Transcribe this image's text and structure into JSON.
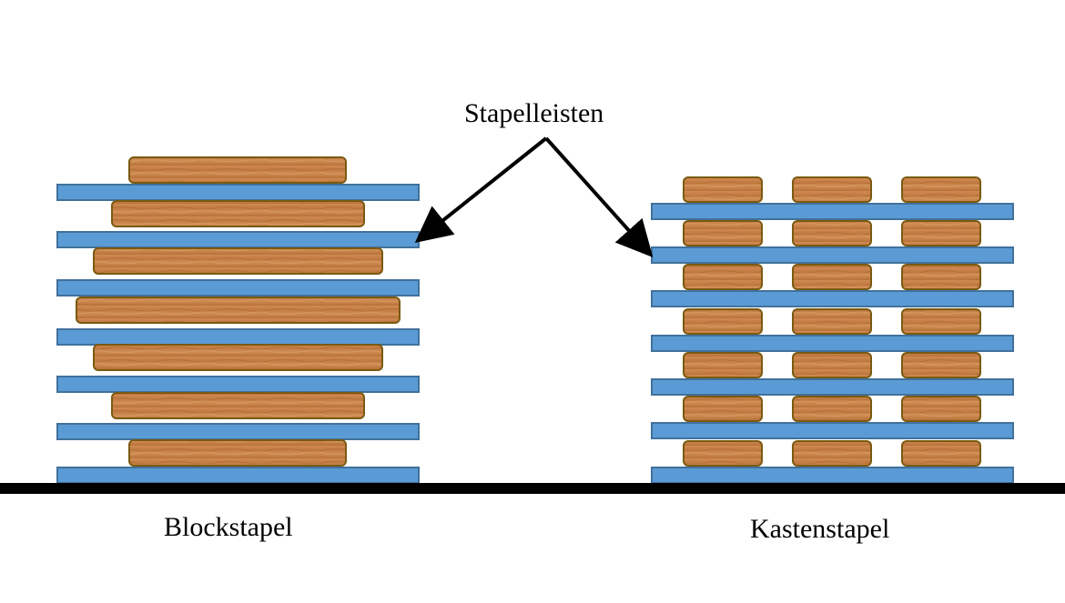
{
  "labels": {
    "stapelleisten": "Stapelleisten",
    "blockstapel": "Blockstapel",
    "kastenstapel": "Kastenstapel"
  },
  "colors": {
    "stacking_strip": "#5b9bd5",
    "stacking_strip_border": "#41719c",
    "board_wood": "#c8824a",
    "board_border": "#7a5a10",
    "ground": "#000000",
    "arrow": "#000000"
  }
}
